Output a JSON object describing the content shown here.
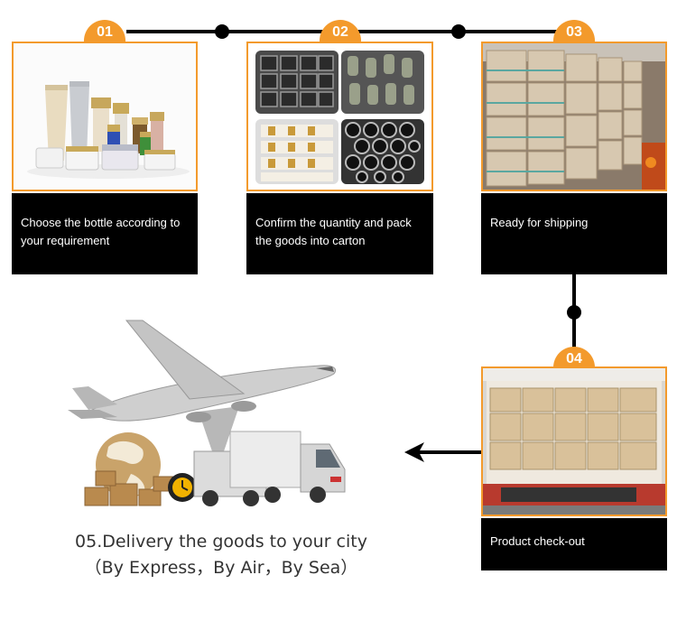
{
  "steps": [
    {
      "number": "01",
      "caption": "Choose the bottle according to your requirement"
    },
    {
      "number": "02",
      "caption": "Confirm the quantity and pack the goods into carton"
    },
    {
      "number": "03",
      "caption": "Ready for shipping"
    },
    {
      "number": "04",
      "caption": "Product check-out"
    }
  ],
  "final": {
    "line1": "05.Delivery the goods to your city",
    "line2": "（By Express，By Air，By Sea）"
  },
  "colors": {
    "accent": "#f39a2c",
    "caption_bg": "#000000",
    "connector": "#000000"
  },
  "icons": [
    "arrow-left-icon",
    "airplane-icon",
    "globe-icon",
    "truck-icon",
    "van-icon",
    "boxes-icon",
    "clock-icon"
  ]
}
